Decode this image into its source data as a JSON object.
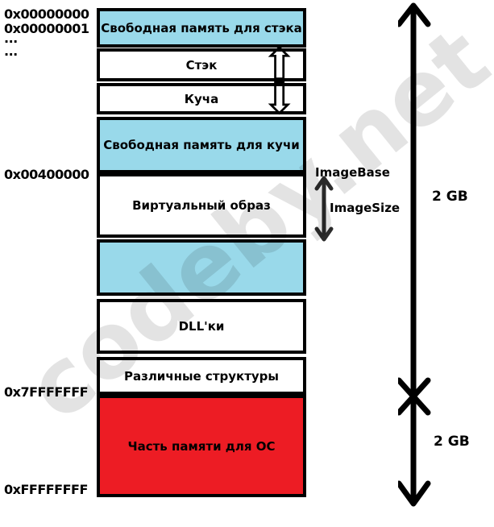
{
  "diagram": {
    "watermark": "codeby.net",
    "addresses": [
      {
        "text": "0x00000000"
      },
      {
        "text": "0x00000001"
      },
      {
        "text": "..."
      },
      {
        "text": "..."
      },
      {
        "text": "0x00400000"
      },
      {
        "text": "0x7FFFFFFF"
      },
      {
        "text": "0xFFFFFFFF"
      }
    ],
    "blocks": [
      {
        "label": "Свободная память для стэка",
        "fill": "#99D9EA"
      },
      {
        "label": "Стэк",
        "fill": "#FFFFFF"
      },
      {
        "label": "Куча",
        "fill": "#FFFFFF"
      },
      {
        "label": "Свободная память для кучи",
        "fill": "#99D9EA"
      },
      {
        "label": "Виртуальный образ",
        "fill": "#FFFFFF"
      },
      {
        "label": "",
        "fill": "#99D9EA"
      },
      {
        "label": "DLL'ки",
        "fill": "#FFFFFF"
      },
      {
        "label": "Различные структуры",
        "fill": "#FFFFFF"
      },
      {
        "label": "Часть памяти для ОС",
        "fill": "#ED1C24"
      }
    ],
    "annotations": {
      "image_base": "ImageBase",
      "image_size": "ImageSize",
      "upper_half_size": "2 GB",
      "lower_half_size": "2 GB"
    },
    "icons": {
      "up_arrow": "⇧",
      "down_arrow": "⇩"
    },
    "colors": {
      "free_memory_blue": "#99D9EA",
      "os_memory_red": "#ED1C24",
      "border_black": "#000000",
      "watermark_gray": "#E4E4E4"
    }
  }
}
